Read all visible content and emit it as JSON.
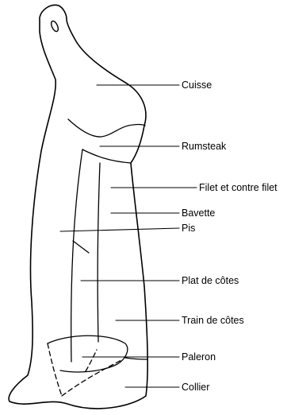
{
  "labels": {
    "cuisse": "Cuisse",
    "rumsteak": "Rumsteak",
    "filet": "Filet et contre filet",
    "bavette": "Bavette",
    "pis": "Pis",
    "plat_de_cotes": "Plat de côtes",
    "train_de_cotes": "Train de côtes",
    "paleron": "Paleron",
    "collier": "Collier"
  }
}
